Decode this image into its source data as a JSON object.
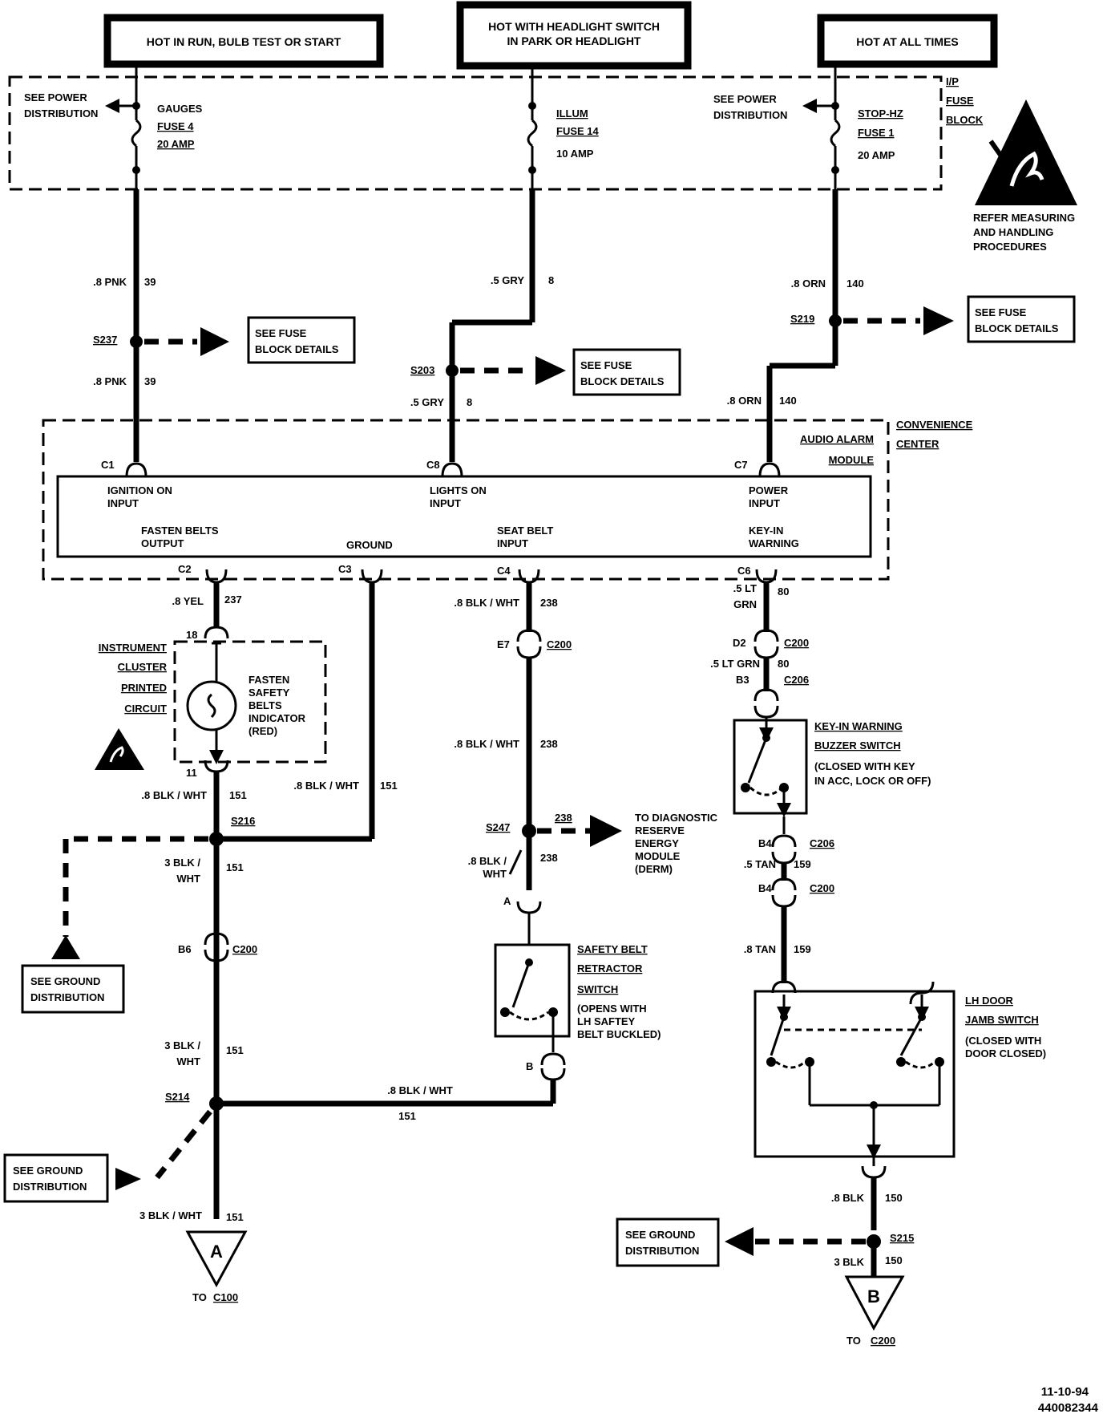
{
  "headers": {
    "run": "HOT IN RUN, BULB TEST OR START",
    "headlight_1": "HOT WITH HEADLIGHT SWITCH",
    "headlight_2": "IN PARK OR HEADLIGHT",
    "all_times": "HOT AT ALL TIMES"
  },
  "fuse_block": {
    "title_1": "I/P",
    "title_2": "FUSE",
    "title_3": "BLOCK",
    "see_power_1": "SEE POWER",
    "see_power_2": "DISTRIBUTION",
    "fuse4_name": "GAUGES",
    "fuse4_num": "FUSE 4",
    "fuse4_amp": "20 AMP",
    "fuse14_name": "ILLUM",
    "fuse14_num": "FUSE 14",
    "fuse14_amp": "10 AMP",
    "fuse1_name": "STOP-HZ",
    "fuse1_num": "FUSE 1",
    "fuse1_amp": "20 AMP"
  },
  "esd": {
    "line1": "REFER MEASURING",
    "line2": "AND HANDLING",
    "line3": "PROCEDURES"
  },
  "wires": {
    "pnk": ".8 PNK",
    "pnk_num": "39",
    "gry": ".5 GRY",
    "gry_num": "8",
    "orn": ".8 ORN",
    "orn_num": "140",
    "yel": ".8 YEL",
    "yel_num": "237",
    "blkwht8": ".8 BLK / WHT",
    "num151": "151",
    "num238": "238",
    "ltgrn_1": ".5 LT",
    "ltgrn_2": "GRN",
    "ltgrn_full": ".5 LT GRN",
    "num80": "80",
    "blkwht3_1": "3 BLK /",
    "blkwht3_2": "WHT",
    "blkwht3": "3 BLK / WHT",
    "blkwht_split_1": ".8 BLK /",
    "blkwht_split_2": "WHT",
    "tan5": ".5 TAN",
    "tan8": ".8 TAN",
    "num159": "159",
    "blk8": ".8 BLK",
    "blk3": "3 BLK",
    "num150": "150"
  },
  "splices": {
    "s237": "S237",
    "s203": "S203",
    "s219": "S219",
    "s216": "S216",
    "s247": "S247",
    "s214": "S214",
    "s215": "S215"
  },
  "see_fuse_1": "SEE FUSE",
  "see_fuse_2": "BLOCK DETAILS",
  "see_ground_1": "SEE GROUND",
  "see_ground_2": "DISTRIBUTION",
  "module": {
    "center_1": "CONVENIENCE",
    "center_2": "CENTER",
    "name_1": "AUDIO ALARM",
    "name_2": "MODULE",
    "c1": "C1",
    "c8": "C8",
    "c7": "C7",
    "c2": "C2",
    "c3": "C3",
    "c4": "C4",
    "c6": "C6",
    "ign_1": "IGNITION ON",
    "ign_2": "INPUT",
    "lights_1": "LIGHTS ON",
    "lights_2": "INPUT",
    "power_1": "POWER",
    "power_2": "INPUT",
    "fasten_1": "FASTEN BELTS",
    "fasten_2": "OUTPUT",
    "ground": "GROUND",
    "seat_1": "SEAT BELT",
    "seat_2": "INPUT",
    "keyin_1": "KEY-IN",
    "keyin_2": "WARNING"
  },
  "cluster": {
    "t1": "INSTRUMENT",
    "t2": "CLUSTER",
    "t3": "PRINTED",
    "t4": "CIRCUIT",
    "pin18": "18",
    "pin11": "11",
    "ind_1": "FASTEN",
    "ind_2": "SAFETY",
    "ind_3": "BELTS",
    "ind_4": "INDICATOR",
    "ind_5": "(RED)"
  },
  "connectors": {
    "c200": "C200",
    "c206": "C206",
    "e7": "E7",
    "d2": "D2",
    "b3": "B3",
    "b4": "B4",
    "b6": "B6",
    "a": "A",
    "b": "B"
  },
  "derm": {
    "num": "238",
    "l1": "TO DIAGNOSTIC",
    "l2": "RESERVE",
    "l3": "ENERGY",
    "l4": "MODULE",
    "l5": "(DERM)"
  },
  "retractor": {
    "l1": "SAFETY BELT",
    "l2": "RETRACTOR",
    "l3": "SWITCH",
    "l4": "(OPENS WITH",
    "l5": "LH SAFTEY",
    "l6": "BELT BUCKLED)"
  },
  "buzzer": {
    "l1": "KEY-IN WARNING",
    "l2": "BUZZER SWITCH",
    "l3": "(CLOSED WITH KEY",
    "l4": "IN ACC, LOCK OR OFF)"
  },
  "door": {
    "l1": "LH DOOR",
    "l2": "JAMB SWITCH",
    "l3": "(CLOSED WITH",
    "l4": "DOOR CLOSED)"
  },
  "terminals": {
    "a_letter": "A",
    "a_to": "TO",
    "a_conn": "C100",
    "b_letter": "B",
    "b_to": "TO",
    "b_conn": "C200"
  },
  "footer": {
    "date": "11-10-94",
    "code": "440082344"
  }
}
